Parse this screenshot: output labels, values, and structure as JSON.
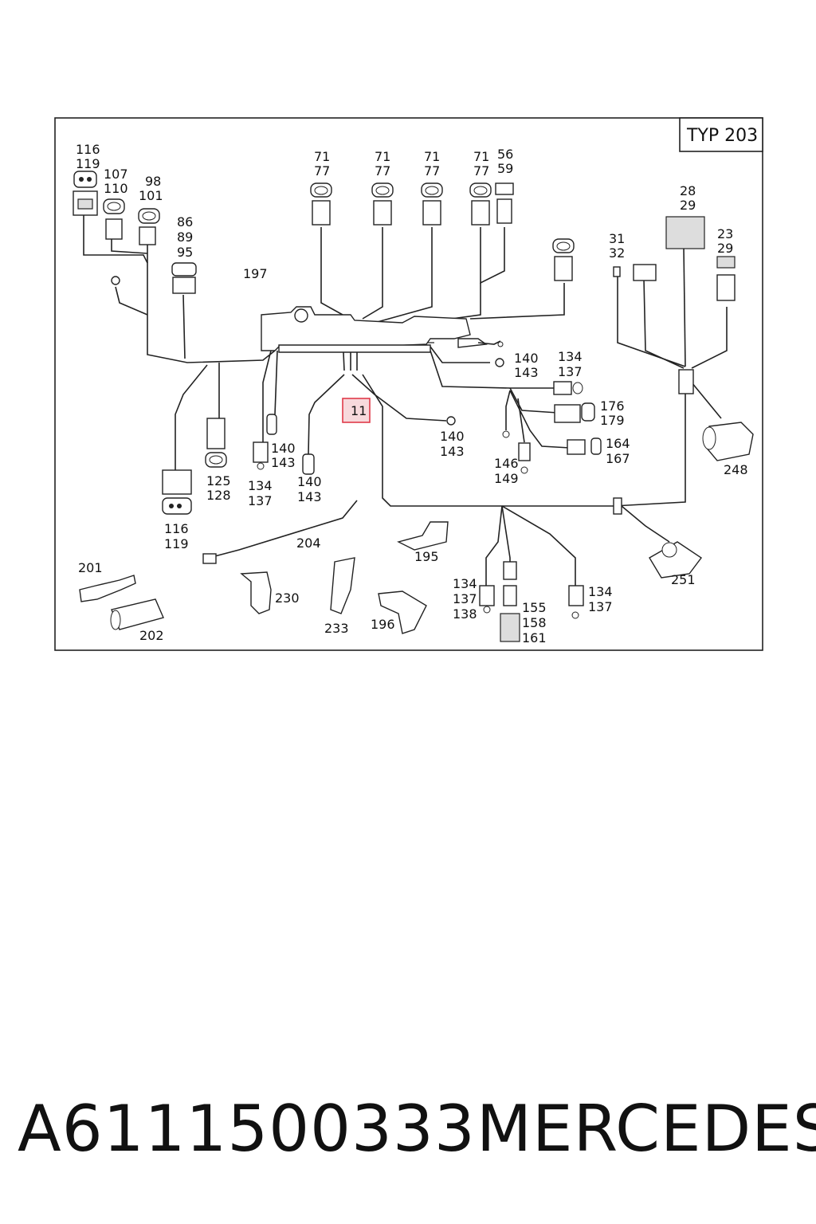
{
  "diagram": {
    "type_badge": "TYP 203",
    "highlighted_callout": "11",
    "callouts": [
      {
        "id": "c-116-119-top",
        "lines": [
          "116",
          "119"
        ]
      },
      {
        "id": "c-107-110",
        "lines": [
          "107",
          "110"
        ]
      },
      {
        "id": "c-98-101",
        "lines": [
          "98",
          "101"
        ]
      },
      {
        "id": "c-86-89-95",
        "lines": [
          "86",
          "89",
          "95"
        ]
      },
      {
        "id": "c-71-77-a",
        "lines": [
          "71",
          "77"
        ]
      },
      {
        "id": "c-71-77-b",
        "lines": [
          "71",
          "77"
        ]
      },
      {
        "id": "c-71-77-c",
        "lines": [
          "71",
          "77"
        ]
      },
      {
        "id": "c-71-77-d",
        "lines": [
          "71",
          "77"
        ]
      },
      {
        "id": "c-56-59",
        "lines": [
          "56",
          "59"
        ]
      },
      {
        "id": "c-28-29",
        "lines": [
          "28",
          "29"
        ]
      },
      {
        "id": "c-31-32",
        "lines": [
          "31",
          "32"
        ]
      },
      {
        "id": "c-23-29",
        "lines": [
          "23",
          "29"
        ]
      },
      {
        "id": "c-197",
        "lines": [
          "197"
        ]
      },
      {
        "id": "c-140-143-a",
        "lines": [
          "140",
          "143"
        ]
      },
      {
        "id": "c-134-137-a",
        "lines": [
          "134",
          "137"
        ]
      },
      {
        "id": "c-176-179",
        "lines": [
          "176",
          "179"
        ]
      },
      {
        "id": "c-140-143-b",
        "lines": [
          "140",
          "143"
        ]
      },
      {
        "id": "c-164-167",
        "lines": [
          "164",
          "167"
        ]
      },
      {
        "id": "c-146-149",
        "lines": [
          "146",
          "149"
        ]
      },
      {
        "id": "c-248",
        "lines": [
          "248"
        ]
      },
      {
        "id": "c-140-143-c",
        "lines": [
          "140",
          "143"
        ]
      },
      {
        "id": "c-140-143-d",
        "lines": [
          "140",
          "143"
        ]
      },
      {
        "id": "c-134-137-b",
        "lines": [
          "134",
          "137"
        ]
      },
      {
        "id": "c-125-128",
        "lines": [
          "125",
          "128"
        ]
      },
      {
        "id": "c-116-119-bot",
        "lines": [
          "116",
          "119"
        ]
      },
      {
        "id": "c-204",
        "lines": [
          "204"
        ]
      },
      {
        "id": "c-195",
        "lines": [
          "195"
        ]
      },
      {
        "id": "c-251",
        "lines": [
          "251"
        ]
      },
      {
        "id": "c-201",
        "lines": [
          "201"
        ]
      },
      {
        "id": "c-202",
        "lines": [
          "202"
        ]
      },
      {
        "id": "c-230",
        "lines": [
          "230"
        ]
      },
      {
        "id": "c-233",
        "lines": [
          "233"
        ]
      },
      {
        "id": "c-196",
        "lines": [
          "196"
        ]
      },
      {
        "id": "c-134-137-138",
        "lines": [
          "134",
          "137",
          "138"
        ]
      },
      {
        "id": "c-155-158-161",
        "lines": [
          "155",
          "158",
          "161"
        ]
      },
      {
        "id": "c-134-137-c",
        "lines": [
          "134",
          "137"
        ]
      }
    ]
  },
  "caption": {
    "part_number": "A6111500333",
    "brand": "MERCEDES"
  },
  "colors": {
    "highlight_fill": "#f7d9dc",
    "highlight_stroke": "#e03a4a",
    "line": "#222222"
  }
}
